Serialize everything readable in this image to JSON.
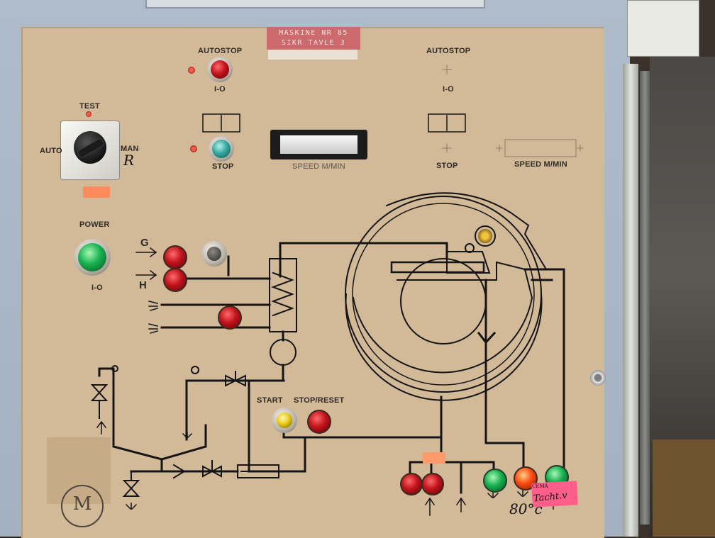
{
  "tag": {
    "line1": "MASKINE NR 85",
    "line2": "SIKR TAVLE 3"
  },
  "left_panel": {
    "autostop": "AUTOSTOP",
    "autostop_io": "I-O",
    "stop": "STOP",
    "speed": "SPEED M/MIN",
    "test": "TEST",
    "auto": "AUTO",
    "man": "MAN",
    "man_mark": "R",
    "power": "POWER",
    "power_io": "I-O"
  },
  "right_panel": {
    "autostop": "AUTOSTOP",
    "autostop_io": "I-O",
    "stop": "STOP",
    "speed": "SPEED M/MIN"
  },
  "gas_labels": {
    "g": "G",
    "h": "H"
  },
  "start_labels": {
    "start": "START",
    "stop_reset": "STOP/RESET"
  },
  "handwritten": {
    "temp": "80°c",
    "sticker_top": "CEMA",
    "sticker_text": "Tacht.v"
  },
  "logo": "M",
  "colors": {
    "panel": "#d2b997",
    "red_lamp": "#c0141c",
    "green_lamp": "#17b04f",
    "teal_lamp": "#36a9a0",
    "orange_lamp": "#ff4a12",
    "yellow_lamp": "#e8cc19"
  }
}
